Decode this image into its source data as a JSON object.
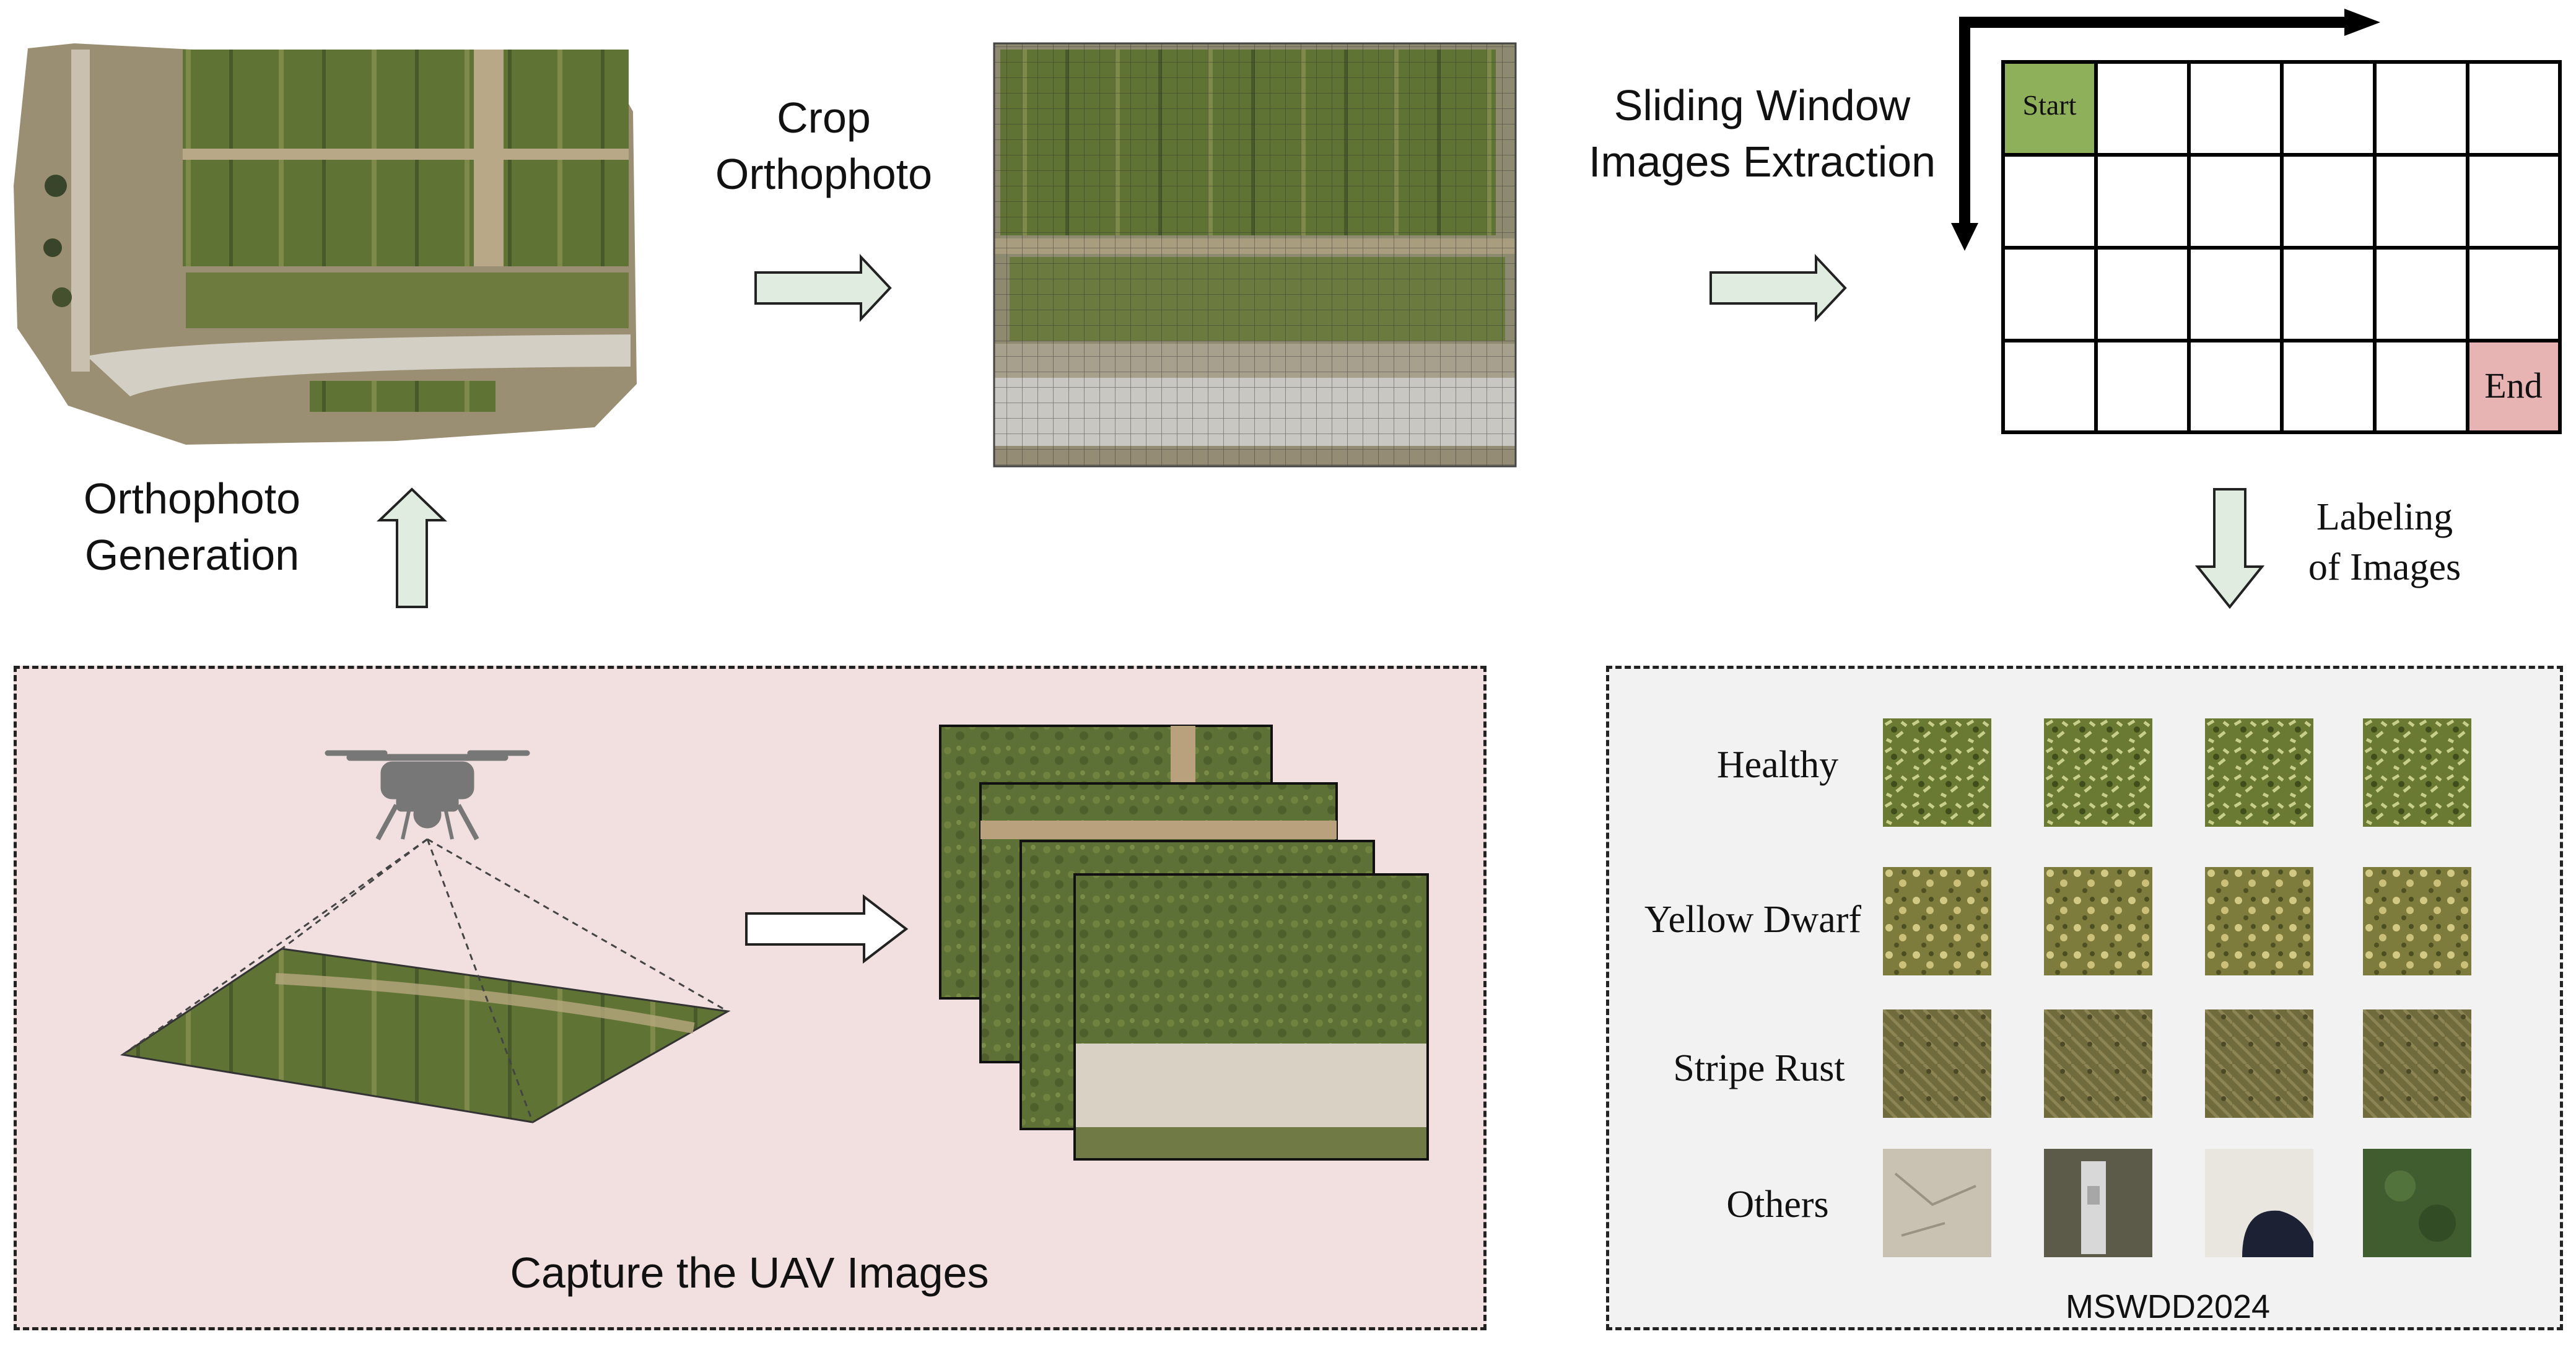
{
  "steps": {
    "orthophoto_generation": "Orthophoto\nGeneration",
    "crop_orthophoto": "Crop\nOrthophoto",
    "sliding_window": "Sliding Window\nImages Extraction",
    "labeling": "Labeling\nof Images",
    "capture": "Capture the UAV Images"
  },
  "grid": {
    "start": "Start",
    "end": "End",
    "rows": 4,
    "cols": 6,
    "start_color": "#8fb05a",
    "end_color": "#e7b3b3"
  },
  "dataset": {
    "name": "MSWDD2024",
    "classes": [
      "Healthy",
      "Yellow Dwarf",
      "Stripe Rust",
      "Others"
    ],
    "samples_per_class": 4
  },
  "colors": {
    "arrow_fill": "#e1ece1",
    "capture_panel": "#f2e0e0",
    "dataset_panel": "#f2f2f2"
  }
}
